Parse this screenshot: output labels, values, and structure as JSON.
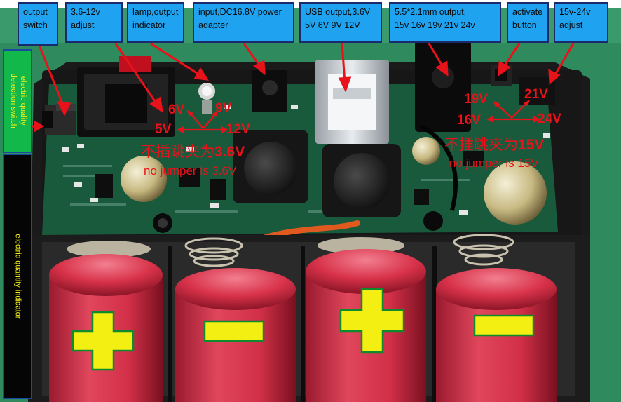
{
  "top_labels": [
    {
      "lines": [
        "output",
        "switch"
      ]
    },
    {
      "lines": [
        "3.6-12v",
        "adjust"
      ]
    },
    {
      "lines": [
        "lamp,output",
        "indicator"
      ]
    },
    {
      "lines": [
        "input,DC16.8V power",
        "adapter"
      ]
    },
    {
      "lines": [
        "USB output,3.6V",
        "5V 6V 9V 12V"
      ]
    },
    {
      "lines": [
        "5.5*2.1mm output,",
        "15v 16v 19v 21v 24v"
      ]
    },
    {
      "lines": [
        "activate",
        "button"
      ]
    },
    {
      "lines": [
        "15v-24v",
        "adjust"
      ]
    }
  ],
  "side_labels": {
    "detection": [
      "electric quality",
      "detection switch"
    ],
    "indicator": "electric quantity indicator"
  },
  "left_voltages": {
    "v6": "6V",
    "v9": "9V",
    "v5": "5V",
    "v12": "12V"
  },
  "right_voltages": {
    "v19": "19V",
    "v21": "21V",
    "v16": "16V",
    "v24": "24V"
  },
  "left_jumper": {
    "cn_prefix": "不插跳夹为",
    "cn_value": "3.6V",
    "en": "no jumper is 3.6V"
  },
  "right_jumper": {
    "cn_prefix": "不插跳夹为",
    "cn_value": "15V",
    "en": "no jumper is 15V"
  },
  "battery_signs": [
    "+",
    "-",
    "+",
    "-"
  ],
  "colors": {
    "label_bg": "#1fa3f0",
    "annotation_red": "#e8121a",
    "battery_red": "#d8324a",
    "sign_yellow": "#f4ef12",
    "side_green": "#12b84a",
    "pcb_green": "#1a5a3c"
  }
}
